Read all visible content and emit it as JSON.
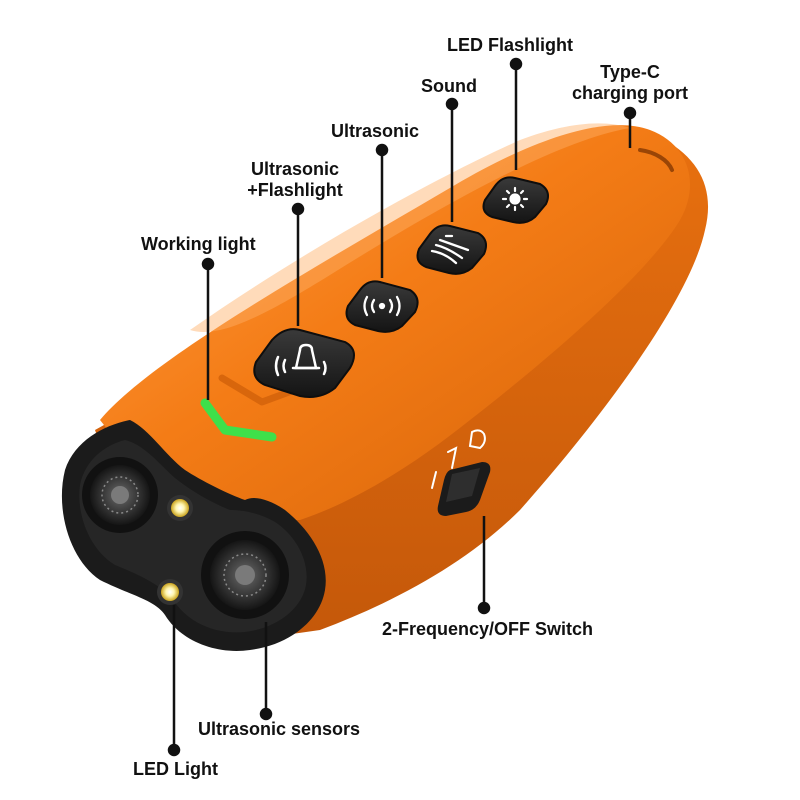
{
  "callouts": {
    "led_flashlight": "LED Flashlight",
    "type_c_line1": "Type-C",
    "type_c_line2": "charging port",
    "sound": "Sound",
    "ultrasonic": "Ultrasonic",
    "ultrasonic_flashlight_line1": "Ultrasonic",
    "ultrasonic_flashlight_line2": "+Flashlight",
    "working_light": "Working light",
    "switch": "2-Frequency/OFF Switch",
    "ultrasonic_sensors": "Ultrasonic sensors",
    "led_light": "LED Light"
  },
  "colors": {
    "body_orange": "#f07a14",
    "body_highlight": "#ff9a3a",
    "body_shadow": "#c85a06",
    "rubber_black": "#1b1b1b",
    "button_black": "#222222",
    "indicator_green": "#3ee04a",
    "leader_line": "#111111"
  },
  "icons": {
    "led_flashlight_button": "sun-icon",
    "sound_button": "speaker-cone-icon",
    "ultrasonic_button": "ultrasonic-waves-icon",
    "ultrasonic_flashlight_button": "bell-waves-icon",
    "switch_marks": "switch-position-marks-icon"
  }
}
